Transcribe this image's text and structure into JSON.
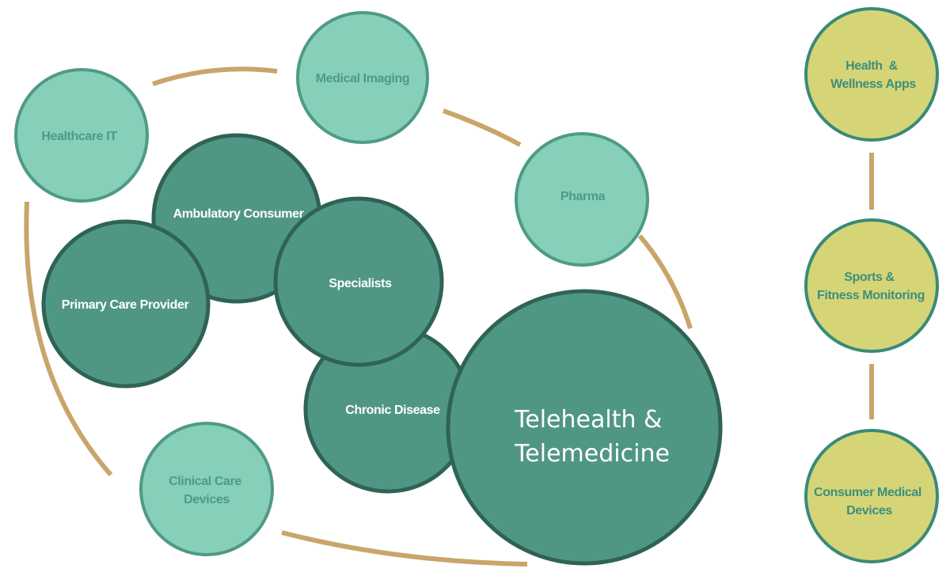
{
  "colors": {
    "light_fill": "#86cfb8",
    "light_stroke": "#4f9a86",
    "dark_fill": "#509685",
    "dark_stroke": "#2f6353",
    "yellow_fill": "#d5d577",
    "yellow_stroke": "#3a8a78",
    "connector": "#c9a56a"
  },
  "outer_ring": {
    "healthcare_it": "Healthcare IT",
    "medical_imaging": "Medical Imaging",
    "pharma": "Pharma",
    "clinical_care_devices": [
      "Clinical Care",
      "Devices"
    ]
  },
  "core": {
    "ambulatory_consumer": "Ambulatory Consumer",
    "primary_care_provider": "Primary Care Provider",
    "specialists": "Specialists",
    "chronic_disease": "Chronic Disease",
    "telehealth": [
      "Telehealth &",
      "Telemedicine"
    ]
  },
  "consumer_column": {
    "health_wellness_apps": [
      "Health  &",
      "Wellness Apps"
    ],
    "sports_fitness": [
      "Sports &",
      "Fitness Monitoring"
    ],
    "consumer_devices": [
      "Consumer Medical",
      "Devices"
    ]
  }
}
